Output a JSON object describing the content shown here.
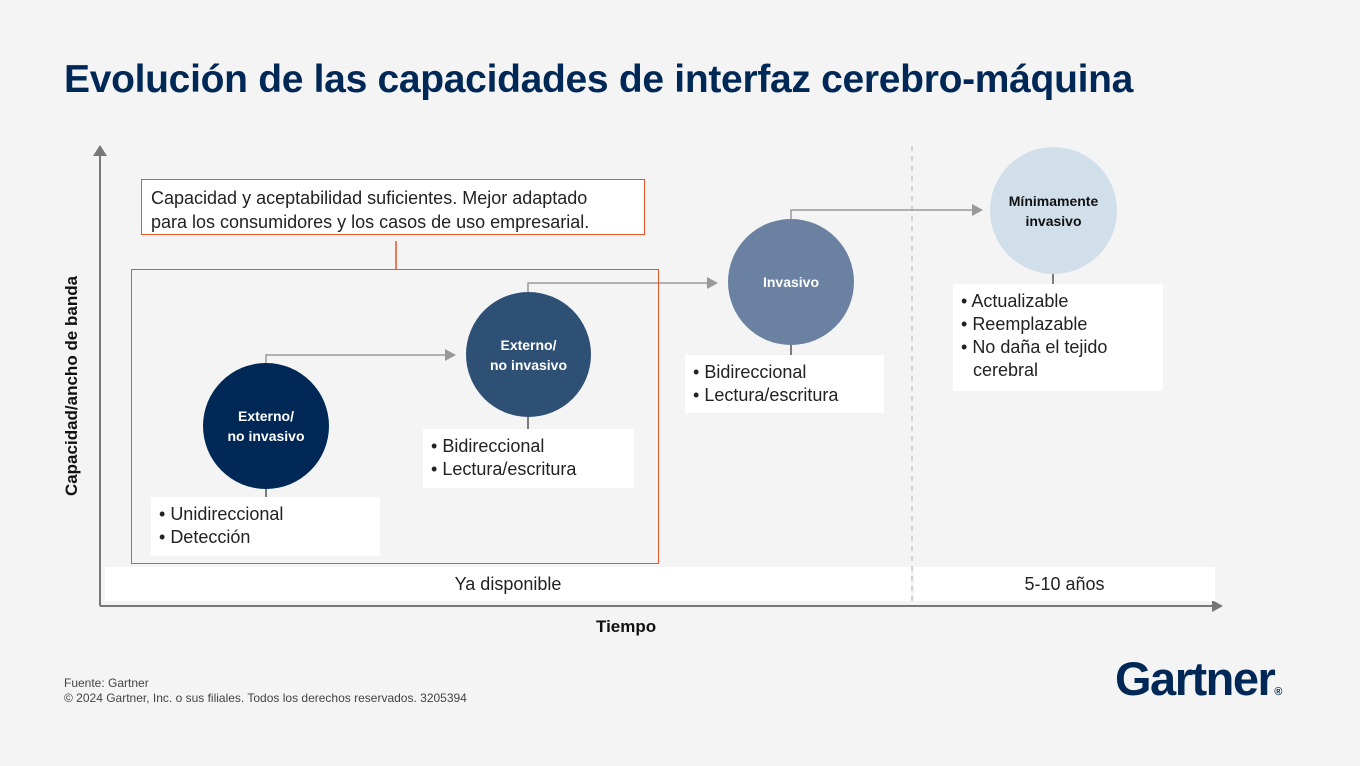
{
  "title": "Evolución de las capacidades de interfaz cerebro-máquina",
  "axes": {
    "y_label": "Capacidad/ancho de banda",
    "x_label": "Tiempo"
  },
  "timeline": {
    "available": "Ya disponible",
    "future": "5-10 años"
  },
  "callout": {
    "line1": "Capacidad y aceptabilidad suficientes. Mejor adaptado",
    "line2": "para los consumidores y los casos de uso empresarial."
  },
  "stages": [
    {
      "name_line1": "Externo/",
      "name_line2": "no invasivo",
      "features": [
        "Unidireccional",
        "Detección"
      ]
    },
    {
      "name_line1": "Externo/",
      "name_line2": "no invasivo",
      "features": [
        "Bidireccional",
        "Lectura/escritura"
      ]
    },
    {
      "name_line1": "Invasivo",
      "name_line2": "",
      "features": [
        "Bidireccional",
        "Lectura/escritura"
      ]
    },
    {
      "name_line1": "Mínimamente",
      "name_line2": "invasivo",
      "features": [
        "Actualizable",
        "Reemplazable",
        "No daña el tejido cerebral"
      ]
    }
  ],
  "footer": {
    "source": "Fuente: Gartner",
    "copyright": "© 2024 Gartner, Inc. o sus filiales. Todos los derechos reservados. 3205394"
  },
  "logo": {
    "text": "Gartner",
    "mark": "®"
  },
  "colors": {
    "title": "#002856",
    "highlight": "#e8562a",
    "stage1": "#002856",
    "stage2": "#2f5075",
    "stage3": "#6a81a2",
    "stage4": "#d1dfea"
  }
}
